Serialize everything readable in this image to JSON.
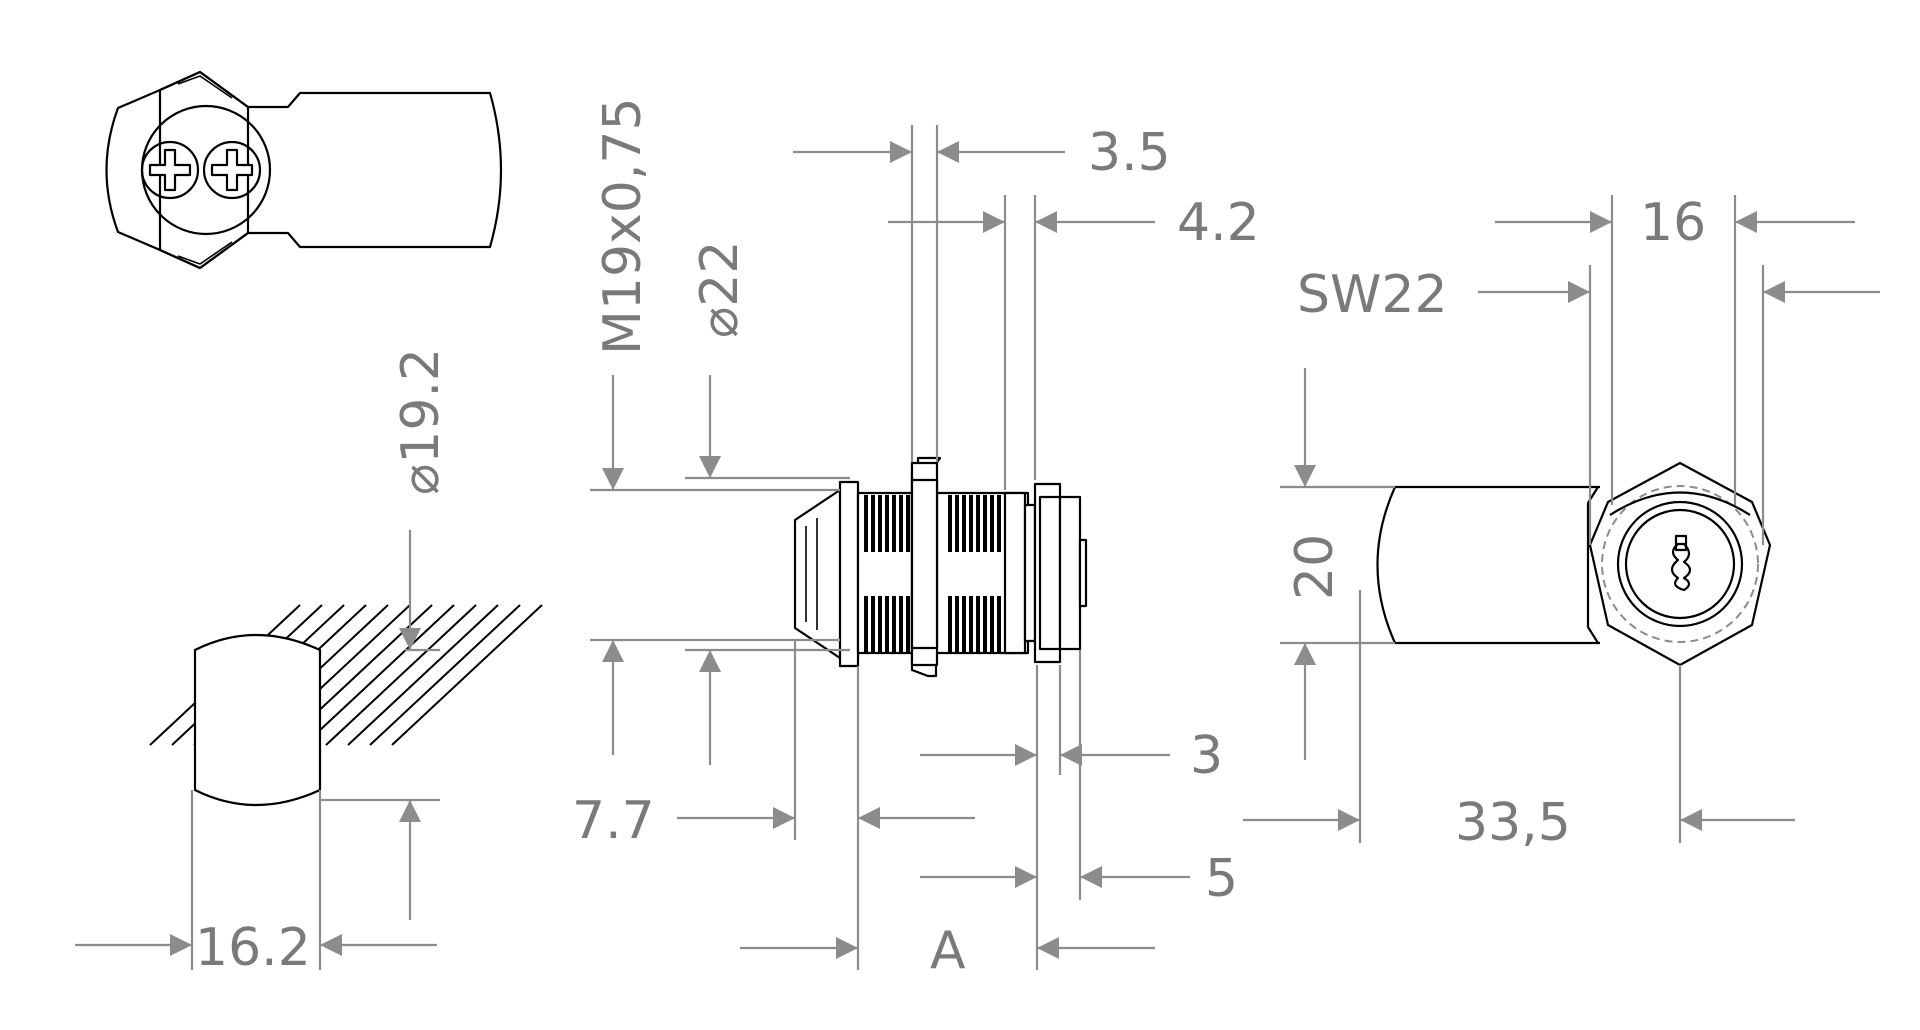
{
  "dimensions": {
    "dia_19_2": "⌀19.2",
    "width_16_2": "16.2",
    "thread": "M19x0,75",
    "dia_22": "⌀22",
    "d_3_5": "3.5",
    "d_4_2": "4.2",
    "d_7_7": "7.7",
    "d_3": "3",
    "d_5": "5",
    "d_A": "A",
    "sw22": "SW22",
    "d_16": "16",
    "d_20": "20",
    "d_33_5": "33,5"
  },
  "colors": {
    "outline": "#000000",
    "dimension": "#8c8c8c",
    "text": "#7a7a7a",
    "background": "#ffffff"
  }
}
